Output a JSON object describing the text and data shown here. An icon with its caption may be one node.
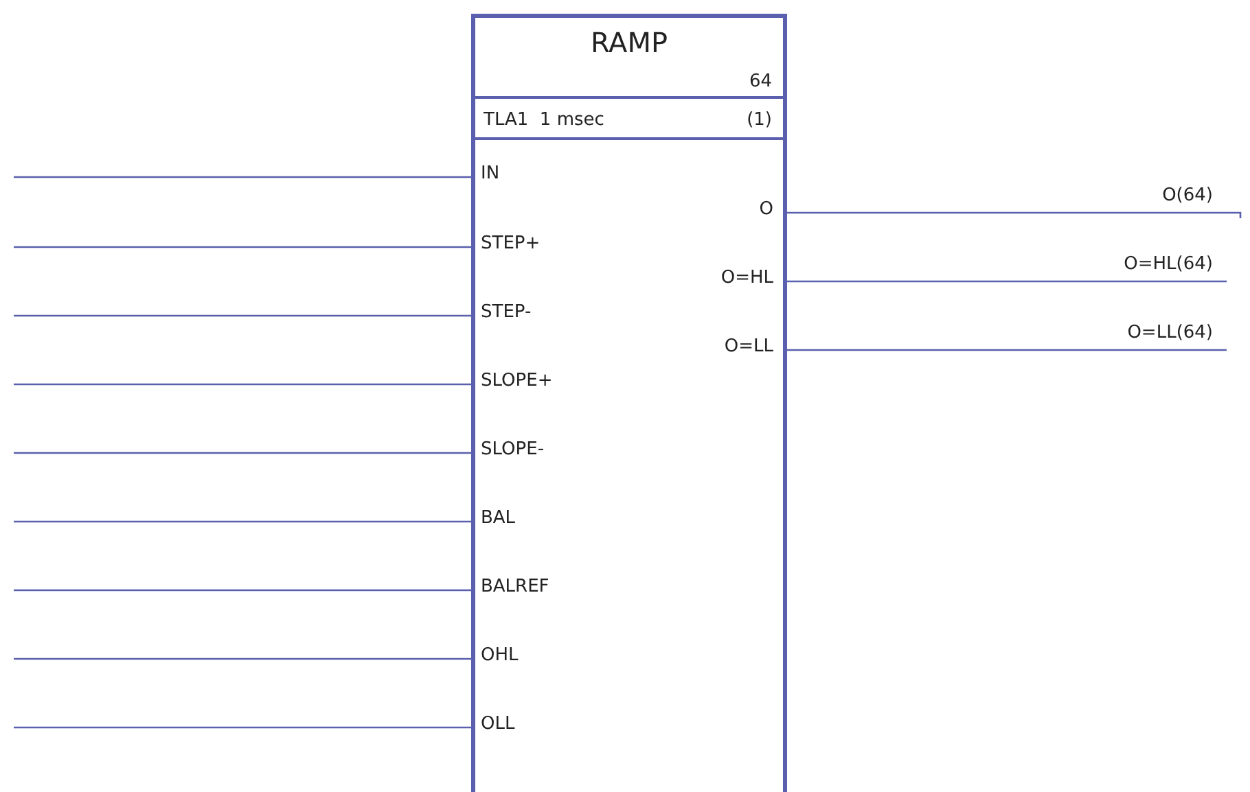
{
  "diagram": {
    "nodes": [
      {
        "text": [
          "RAMP",
          "64",
          "TLA1  1 msec",
          "(1)"
        ]
      },
      {
        "text": [
          "IN"
        ],
        "in": 0
      },
      {
        "text": [
          "STEP+"
        ],
        "in": 0
      },
      {
        "text": [
          "STEP-"
        ],
        "in": 0
      },
      {
        "text": [
          "SLOPE+"
        ],
        "in": 0
      },
      {
        "text": [
          "SLOPE-"
        ],
        "in": 0
      },
      {
        "text": [
          "BAL"
        ],
        "in": 0
      },
      {
        "text": [
          "BALREF"
        ],
        "in": 0
      },
      {
        "text": [
          "OHL"
        ],
        "in": 0
      },
      {
        "text": [
          "OLL"
        ],
        "in": 0
      },
      {
        "text": [
          "O"
        ],
        "in": 0
      },
      {
        "text": [
          "O=HL"
        ],
        "in": 0
      },
      {
        "text": [
          "O=LL"
        ],
        "in": 0
      }
    ],
    "edges": [
      {
        "from": null,
        "to": 1,
        "arrow": "none"
      },
      {
        "from": null,
        "to": 2,
        "arrow": "none"
      },
      {
        "from": null,
        "to": 3,
        "arrow": "none"
      },
      {
        "from": null,
        "to": 4,
        "arrow": "none"
      },
      {
        "from": null,
        "to": 5,
        "arrow": "none"
      },
      {
        "from": null,
        "to": 6,
        "arrow": "none"
      },
      {
        "from": null,
        "to": 7,
        "arrow": "none"
      },
      {
        "from": null,
        "to": 8,
        "arrow": "none"
      },
      {
        "from": null,
        "to": 9,
        "arrow": "none"
      },
      {
        "from": 10,
        "to": null,
        "arrow": "none",
        "label": "O(64)"
      },
      {
        "from": 11,
        "to": null,
        "arrow": "none",
        "label": "O=HL(64)"
      },
      {
        "from": 12,
        "to": null,
        "arrow": "none",
        "label": "O=LL(64)"
      }
    ]
  }
}
